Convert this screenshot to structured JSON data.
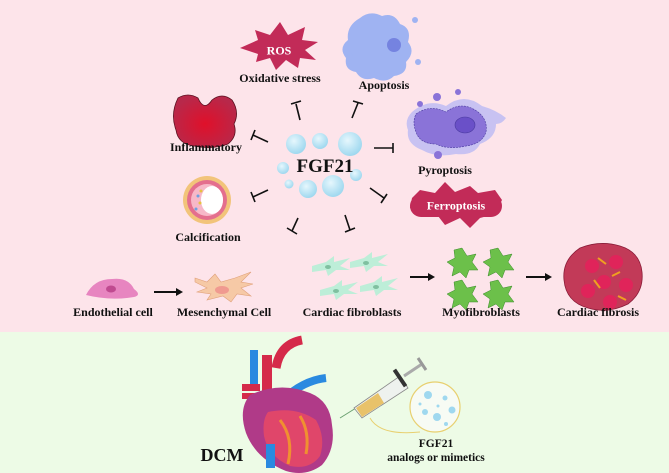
{
  "center": {
    "label": "FGF21"
  },
  "inhibited_processes": [
    {
      "id": "ros",
      "badge": "ROS",
      "label": "Oxidative stress"
    },
    {
      "id": "apoptosis",
      "label": "Apoptosis"
    },
    {
      "id": "inflammatory",
      "label": "Inflammatory"
    },
    {
      "id": "pyroptosis",
      "label": "Pyroptosis"
    },
    {
      "id": "calcification",
      "label": "Calcification"
    },
    {
      "id": "ferroptosis",
      "badge": "Ferroptosis"
    }
  ],
  "pathway": [
    {
      "id": "endothelial",
      "label": "Endothelial cell"
    },
    {
      "id": "mesenchymal",
      "label": "Mesenchymal Cell"
    },
    {
      "id": "fibroblasts",
      "label": "Cardiac fibroblasts"
    },
    {
      "id": "myofibroblasts",
      "label": "Myofibroblasts"
    },
    {
      "id": "fibrosis",
      "label": "Cardiac fibrosis"
    }
  ],
  "bottom": {
    "heart_label": "DCM",
    "therapy_line1": "FGF21",
    "therapy_line2": "analogs or mimetics"
  },
  "colors": {
    "top_panel": "#fde4ea",
    "bottom_panel": "#edfbe6",
    "badge": "#c8235a",
    "fgf21_bubble": "#bfe6f5"
  }
}
